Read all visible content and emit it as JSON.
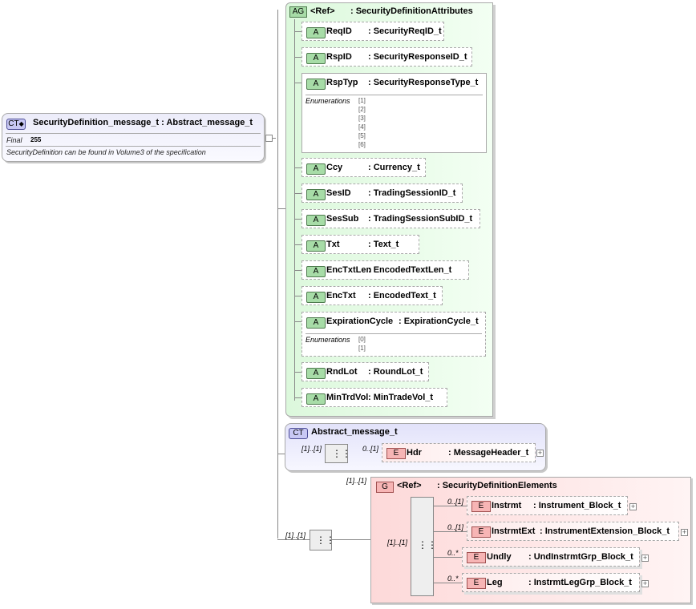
{
  "main_type": {
    "badge": "CT",
    "title": "SecurityDefinition_message_t : Abstract_message_t",
    "final_label": "Final",
    "final_value": "255",
    "doc": "SecurityDefinition can be found in Volume3 of the specification"
  },
  "attr_group": {
    "badge": "AG",
    "ref": "<Ref>",
    "name": ": SecurityDefinitionAttributes",
    "attributes": [
      {
        "badge": "A",
        "name": "ReqID",
        "type": ": SecurityReqID_t"
      },
      {
        "badge": "A",
        "name": "RspID",
        "type": ": SecurityResponseID_t"
      },
      {
        "badge": "A",
        "name": "RspTyp",
        "type": ": SecurityResponseType_t",
        "enum_label": "Enumerations",
        "enums": [
          "[1]",
          "[2]",
          "[3]",
          "[4]",
          "[5]",
          "[6]"
        ]
      },
      {
        "badge": "A",
        "name": "Ccy",
        "type": ": Currency_t"
      },
      {
        "badge": "A",
        "name": "SesID",
        "type": ": TradingSessionID_t"
      },
      {
        "badge": "A",
        "name": "SesSub",
        "type": ": TradingSessionSubID_t"
      },
      {
        "badge": "A",
        "name": "Txt",
        "type": ": Text_t"
      },
      {
        "badge": "A",
        "name": "EncTxtLen",
        "type": ": EncodedTextLen_t"
      },
      {
        "badge": "A",
        "name": "EncTxt",
        "type": ": EncodedText_t"
      },
      {
        "badge": "A",
        "name": "ExpirationCycle",
        "type": ": ExpirationCycle_t",
        "enum_label": "Enumerations",
        "enums": [
          "[0]",
          "[1]"
        ]
      },
      {
        "badge": "A",
        "name": "RndLot",
        "type": ": RoundLot_t"
      },
      {
        "badge": "A",
        "name": "MinTrdVol",
        "type": ": MinTradeVol_t"
      }
    ]
  },
  "abstract": {
    "badge": "CT",
    "title": "Abstract_message_t",
    "seq_card": "[1]..[1]",
    "hdr_card": "0..[1]",
    "hdr_badge": "E",
    "hdr_name": "Hdr",
    "hdr_type": ": MessageHeader_t"
  },
  "seq2_card": "[1]..[1]",
  "group": {
    "card": "[1]..[1]",
    "badge": "G",
    "ref": "<Ref>",
    "name": ": SecurityDefinitionElements",
    "seq_card": "[1]..[1]",
    "elements": [
      {
        "card": "0..[1]",
        "badge": "E",
        "name": "Instrmt",
        "type": ": Instrument_Block_t"
      },
      {
        "card": "0..[1]",
        "badge": "E",
        "name": "InstrmtExt",
        "type": ": InstrumentExtension_Block_t"
      },
      {
        "card": "0..*",
        "badge": "E",
        "name": "Undly",
        "type": ": UndInstrmtGrp_Block_t"
      },
      {
        "card": "0..*",
        "badge": "E",
        "name": "Leg",
        "type": ": InstrmtLegGrp_Block_t"
      }
    ]
  },
  "colors": {
    "ag_bg": "#e6fbe6",
    "ct_bg": "#ececfa",
    "group_bg": "#fde8e8"
  }
}
